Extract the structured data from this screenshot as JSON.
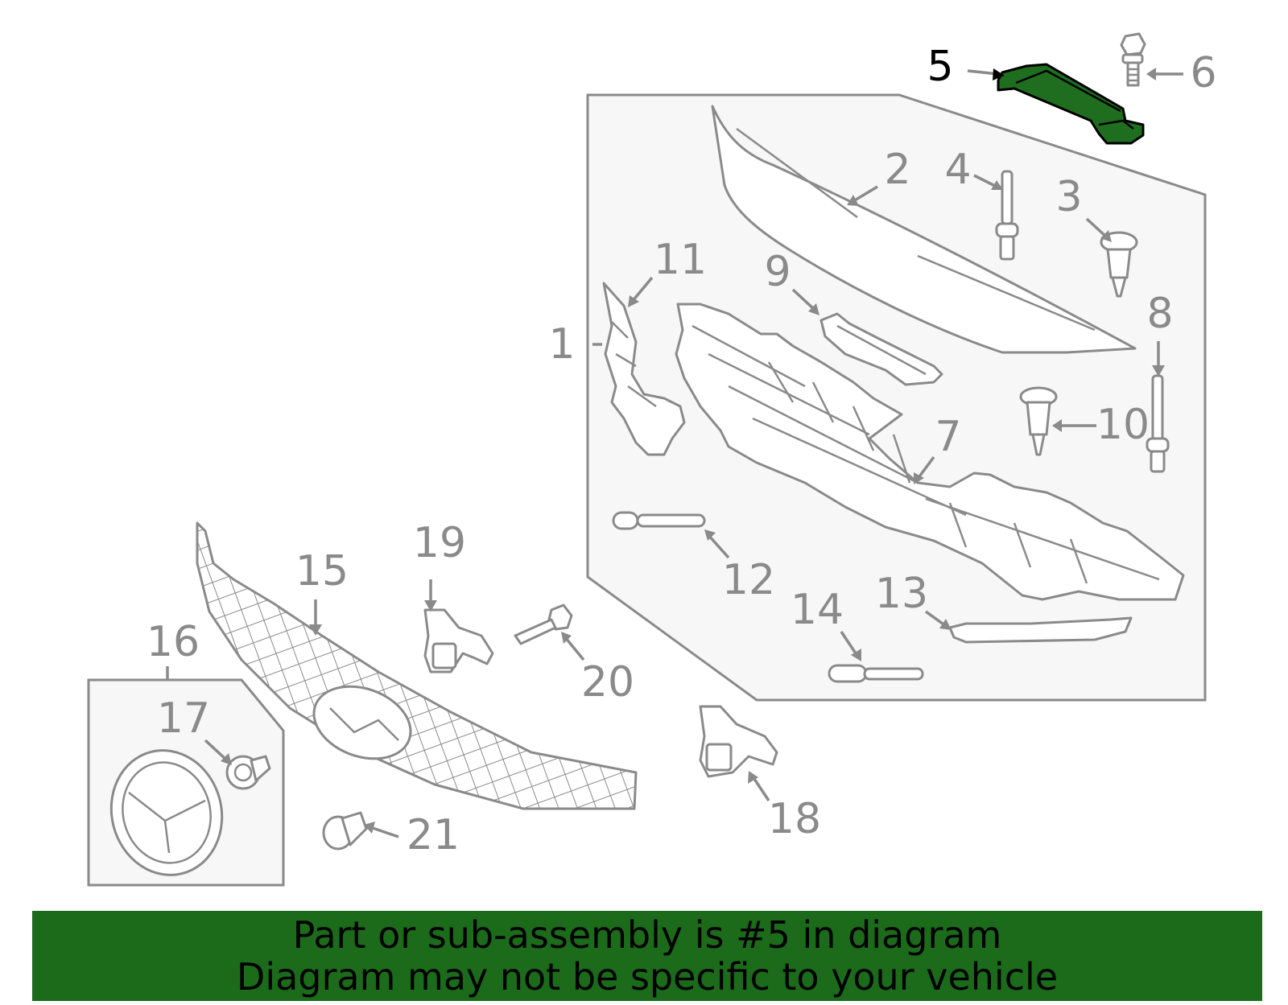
{
  "callouts": [
    {
      "id": "1",
      "label": "1"
    },
    {
      "id": "2",
      "label": "2"
    },
    {
      "id": "3",
      "label": "3"
    },
    {
      "id": "4",
      "label": "4"
    },
    {
      "id": "5",
      "label": "5",
      "highlighted": true
    },
    {
      "id": "6",
      "label": "6"
    },
    {
      "id": "7",
      "label": "7"
    },
    {
      "id": "8",
      "label": "8"
    },
    {
      "id": "9",
      "label": "9"
    },
    {
      "id": "10",
      "label": "10"
    },
    {
      "id": "11",
      "label": "11"
    },
    {
      "id": "12",
      "label": "12"
    },
    {
      "id": "13",
      "label": "13"
    },
    {
      "id": "14",
      "label": "14"
    },
    {
      "id": "15",
      "label": "15"
    },
    {
      "id": "16",
      "label": "16"
    },
    {
      "id": "17",
      "label": "17"
    },
    {
      "id": "18",
      "label": "18"
    },
    {
      "id": "19",
      "label": "19"
    },
    {
      "id": "20",
      "label": "20"
    },
    {
      "id": "21",
      "label": "21"
    }
  ],
  "banner": {
    "line1": "Part or sub-assembly is #5 in diagram",
    "line2": "Diagram may not be specific to your vehicle"
  },
  "colors": {
    "line": "#8a8a8a",
    "highlight_part": "#1f6e1f",
    "banner_bg": "#1b6b1b",
    "panel_fill": "#f7f7f7",
    "text_dark": "#000000"
  }
}
